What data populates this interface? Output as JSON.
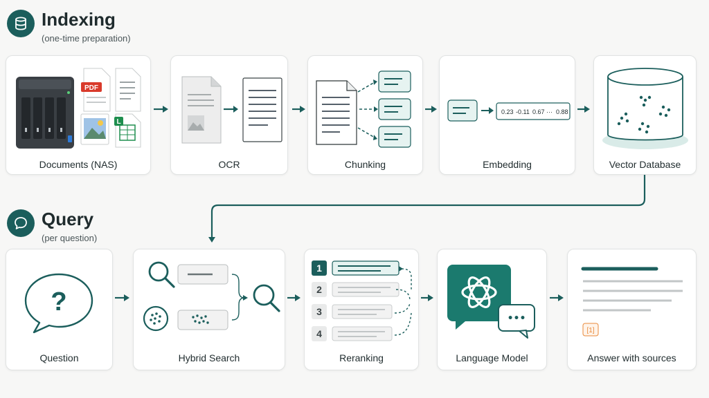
{
  "indexing": {
    "title": "Indexing",
    "subtitle": "(one-time preparation)",
    "steps": [
      {
        "label": "Documents (NAS)",
        "icon": "nas-documents-icon"
      },
      {
        "label": "OCR",
        "icon": "ocr-icon"
      },
      {
        "label": "Chunking",
        "icon": "chunking-icon"
      },
      {
        "label": "Embedding",
        "icon": "embedding-icon"
      },
      {
        "label": "Vector Database",
        "icon": "vector-database-icon"
      }
    ],
    "doc_badges": {
      "pdf": "PDF",
      "sheet": "L"
    },
    "vector": [
      "0.23",
      "-0.11",
      "0.67",
      "···",
      "0.88"
    ]
  },
  "query": {
    "title": "Query",
    "subtitle": "(per question)",
    "steps": [
      {
        "label": "Question",
        "icon": "question-icon"
      },
      {
        "label": "Hybrid Search",
        "icon": "hybrid-search-icon"
      },
      {
        "label": "Reranking",
        "icon": "reranking-icon"
      },
      {
        "label": "Language Model",
        "icon": "language-model-icon"
      },
      {
        "label": "Answer with sources",
        "icon": "answer-icon"
      }
    ],
    "question_mark": "?",
    "rank_numbers": [
      "1",
      "2",
      "3",
      "4"
    ],
    "citation": "[1]",
    "chat_dots": "•••"
  },
  "colors": {
    "accent": "#1b5e5c",
    "accent_light": "#e6f3f1",
    "pdf_red": "#d93a2b",
    "sheet_green": "#1e8e4e",
    "citation_orange": "#e8893a"
  }
}
